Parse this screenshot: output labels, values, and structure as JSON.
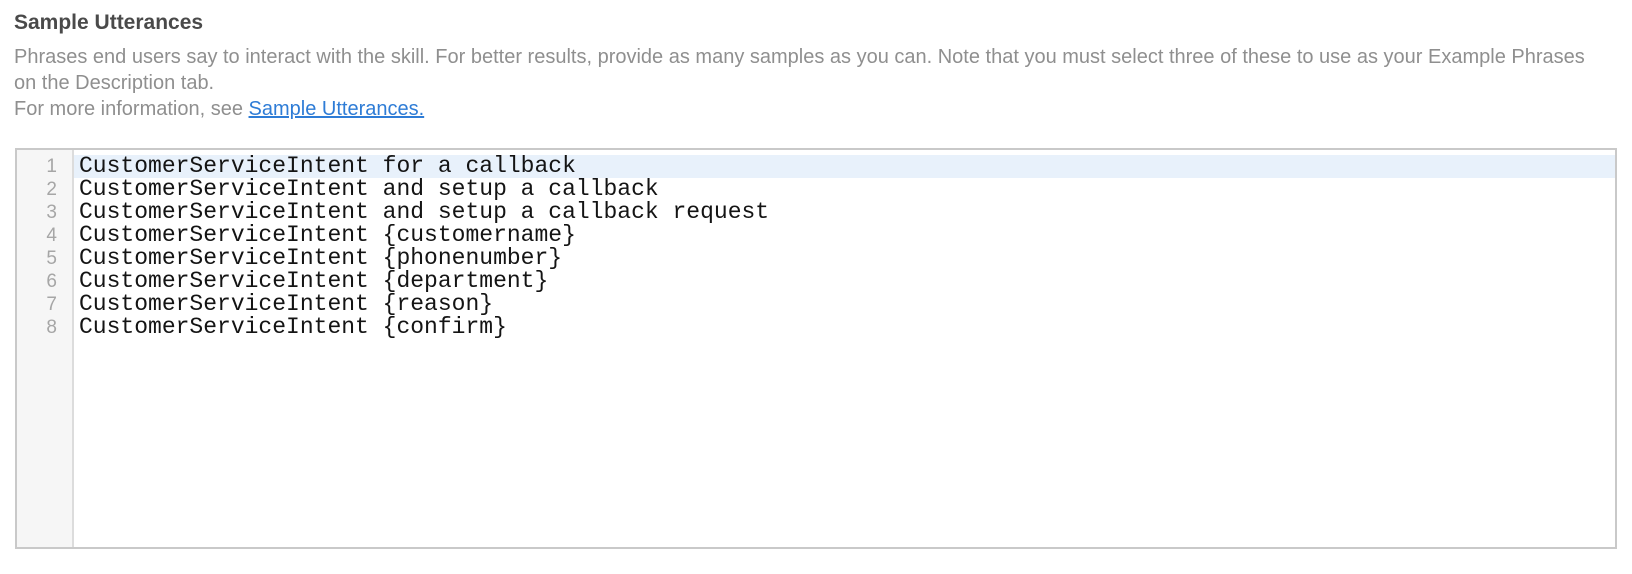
{
  "header": {
    "title": "Sample Utterances",
    "description": "Phrases end users say to interact with the skill. For better results, provide as many samples as you can. Note that you must select three of these to use as your Example Phrases on the Description tab.",
    "more_info_prefix": "For more information, see ",
    "link_label": "Sample Utterances."
  },
  "editor": {
    "active_line": 1,
    "lines": [
      "CustomerServiceIntent for a callback",
      "CustomerServiceIntent and setup a callback",
      "CustomerServiceIntent and setup a callback request",
      "CustomerServiceIntent {customername}",
      "CustomerServiceIntent {phonenumber}",
      "CustomerServiceIntent {department}",
      "CustomerServiceIntent {reason}",
      "CustomerServiceIntent {confirm}"
    ]
  },
  "colors": {
    "link_blue": "#2e7cd6",
    "active_line_bg": "#e8f1fb",
    "heading_gray": "#4a4a4a",
    "body_gray": "#8f8f8f"
  }
}
